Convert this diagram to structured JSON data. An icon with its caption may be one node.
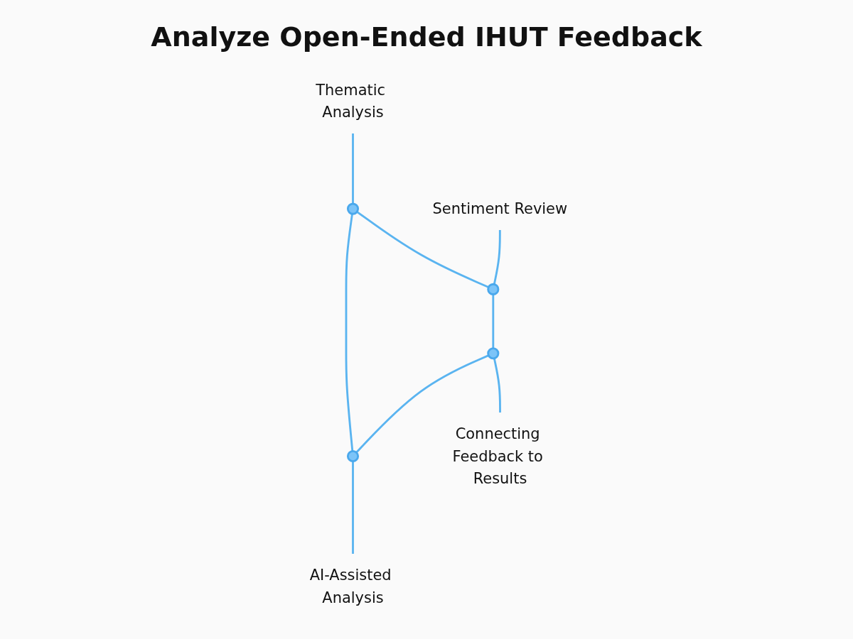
{
  "diagram": {
    "title": "Analyze Open-Ended IHUT Feedback",
    "nodes": [
      {
        "text": [
          "Thematic Analysis"
        ]
      },
      {
        "text": [
          "Sentiment Review"
        ]
      },
      {
        "text": [],
        "shape": "circle"
      },
      {
        "text": [],
        "shape": "circle"
      },
      {
        "text": [],
        "shape": "circle"
      },
      {
        "text": [],
        "shape": "circle"
      },
      {
        "text": [
          "AI-Assisted Analysis"
        ]
      },
      {
        "text": [
          "Connecting Feedback to Results"
        ]
      }
    ],
    "edges": [
      {
        "from": 0,
        "to": 2,
        "arrow": "none"
      },
      {
        "from": 1,
        "to": 3,
        "arrow": "none"
      },
      {
        "from": 2,
        "to": 3,
        "arrow": "none"
      },
      {
        "from": 3,
        "to": 5,
        "arrow": "none"
      },
      {
        "from": 5,
        "to": 4,
        "arrow": "none"
      },
      {
        "from": 4,
        "to": 2,
        "arrow": "none"
      },
      {
        "from": 4,
        "to": 6,
        "arrow": "none"
      },
      {
        "from": 5,
        "to": 7,
        "arrow": "none"
      }
    ]
  }
}
